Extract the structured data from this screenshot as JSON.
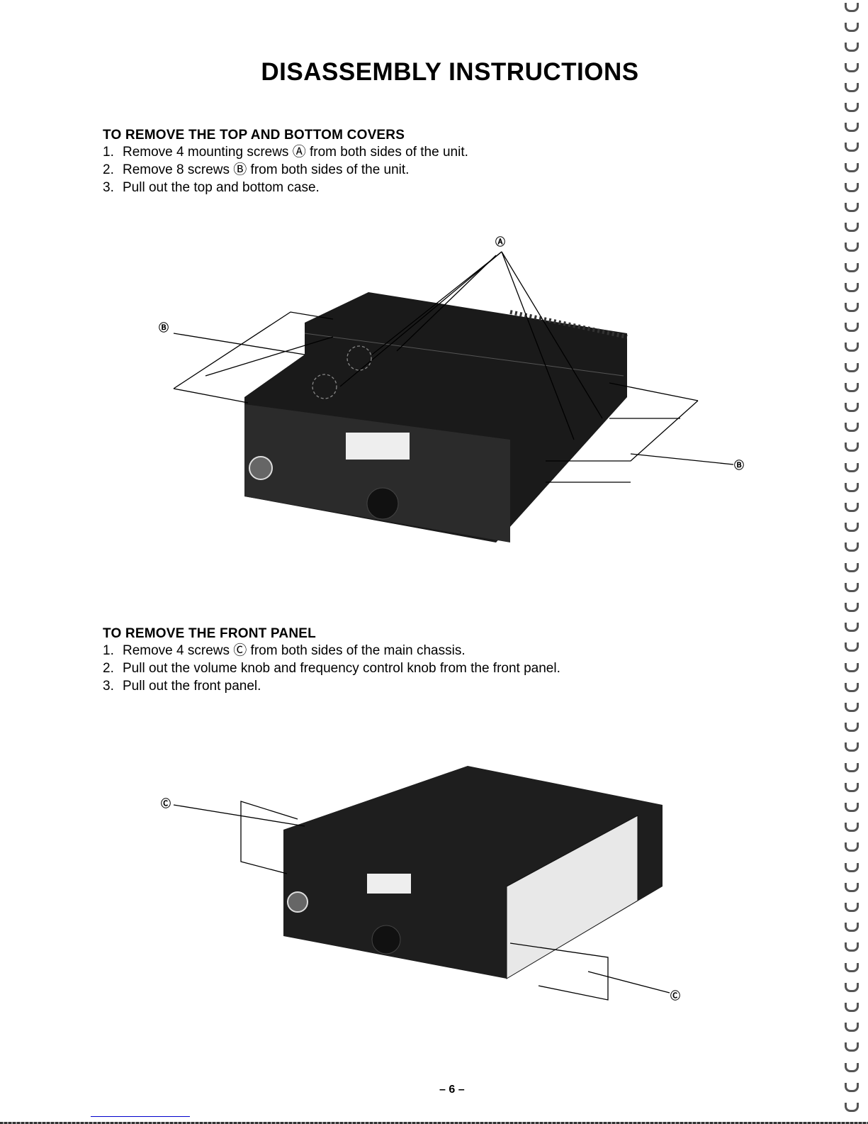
{
  "title": "DISASSEMBLY INSTRUCTIONS",
  "sections": [
    {
      "heading": "TO REMOVE THE TOP AND BOTTOM COVERS",
      "steps": [
        {
          "num": "1.",
          "text": "Remove 4 mounting screws Ⓐ from both sides of the unit."
        },
        {
          "num": "2.",
          "text": "Remove 8 screws Ⓑ from both sides of the unit."
        },
        {
          "num": "3.",
          "text": "Pull out the top and bottom case."
        }
      ]
    },
    {
      "heading": "TO REMOVE THE FRONT PANEL",
      "steps": [
        {
          "num": "1.",
          "text": "Remove 4 screws Ⓒ from both sides of the main chassis."
        },
        {
          "num": "2.",
          "text": "Pull out the volume knob and frequency control knob from the front panel."
        },
        {
          "num": "3.",
          "text": "Pull out the front panel."
        }
      ]
    }
  ],
  "figure1": {
    "label_a": "Ⓐ",
    "label_b_left": "Ⓑ",
    "label_b_right": "Ⓑ"
  },
  "figure2": {
    "label_c_left": "Ⓒ",
    "label_c_right": "Ⓒ"
  },
  "page_number": "– 6 –"
}
